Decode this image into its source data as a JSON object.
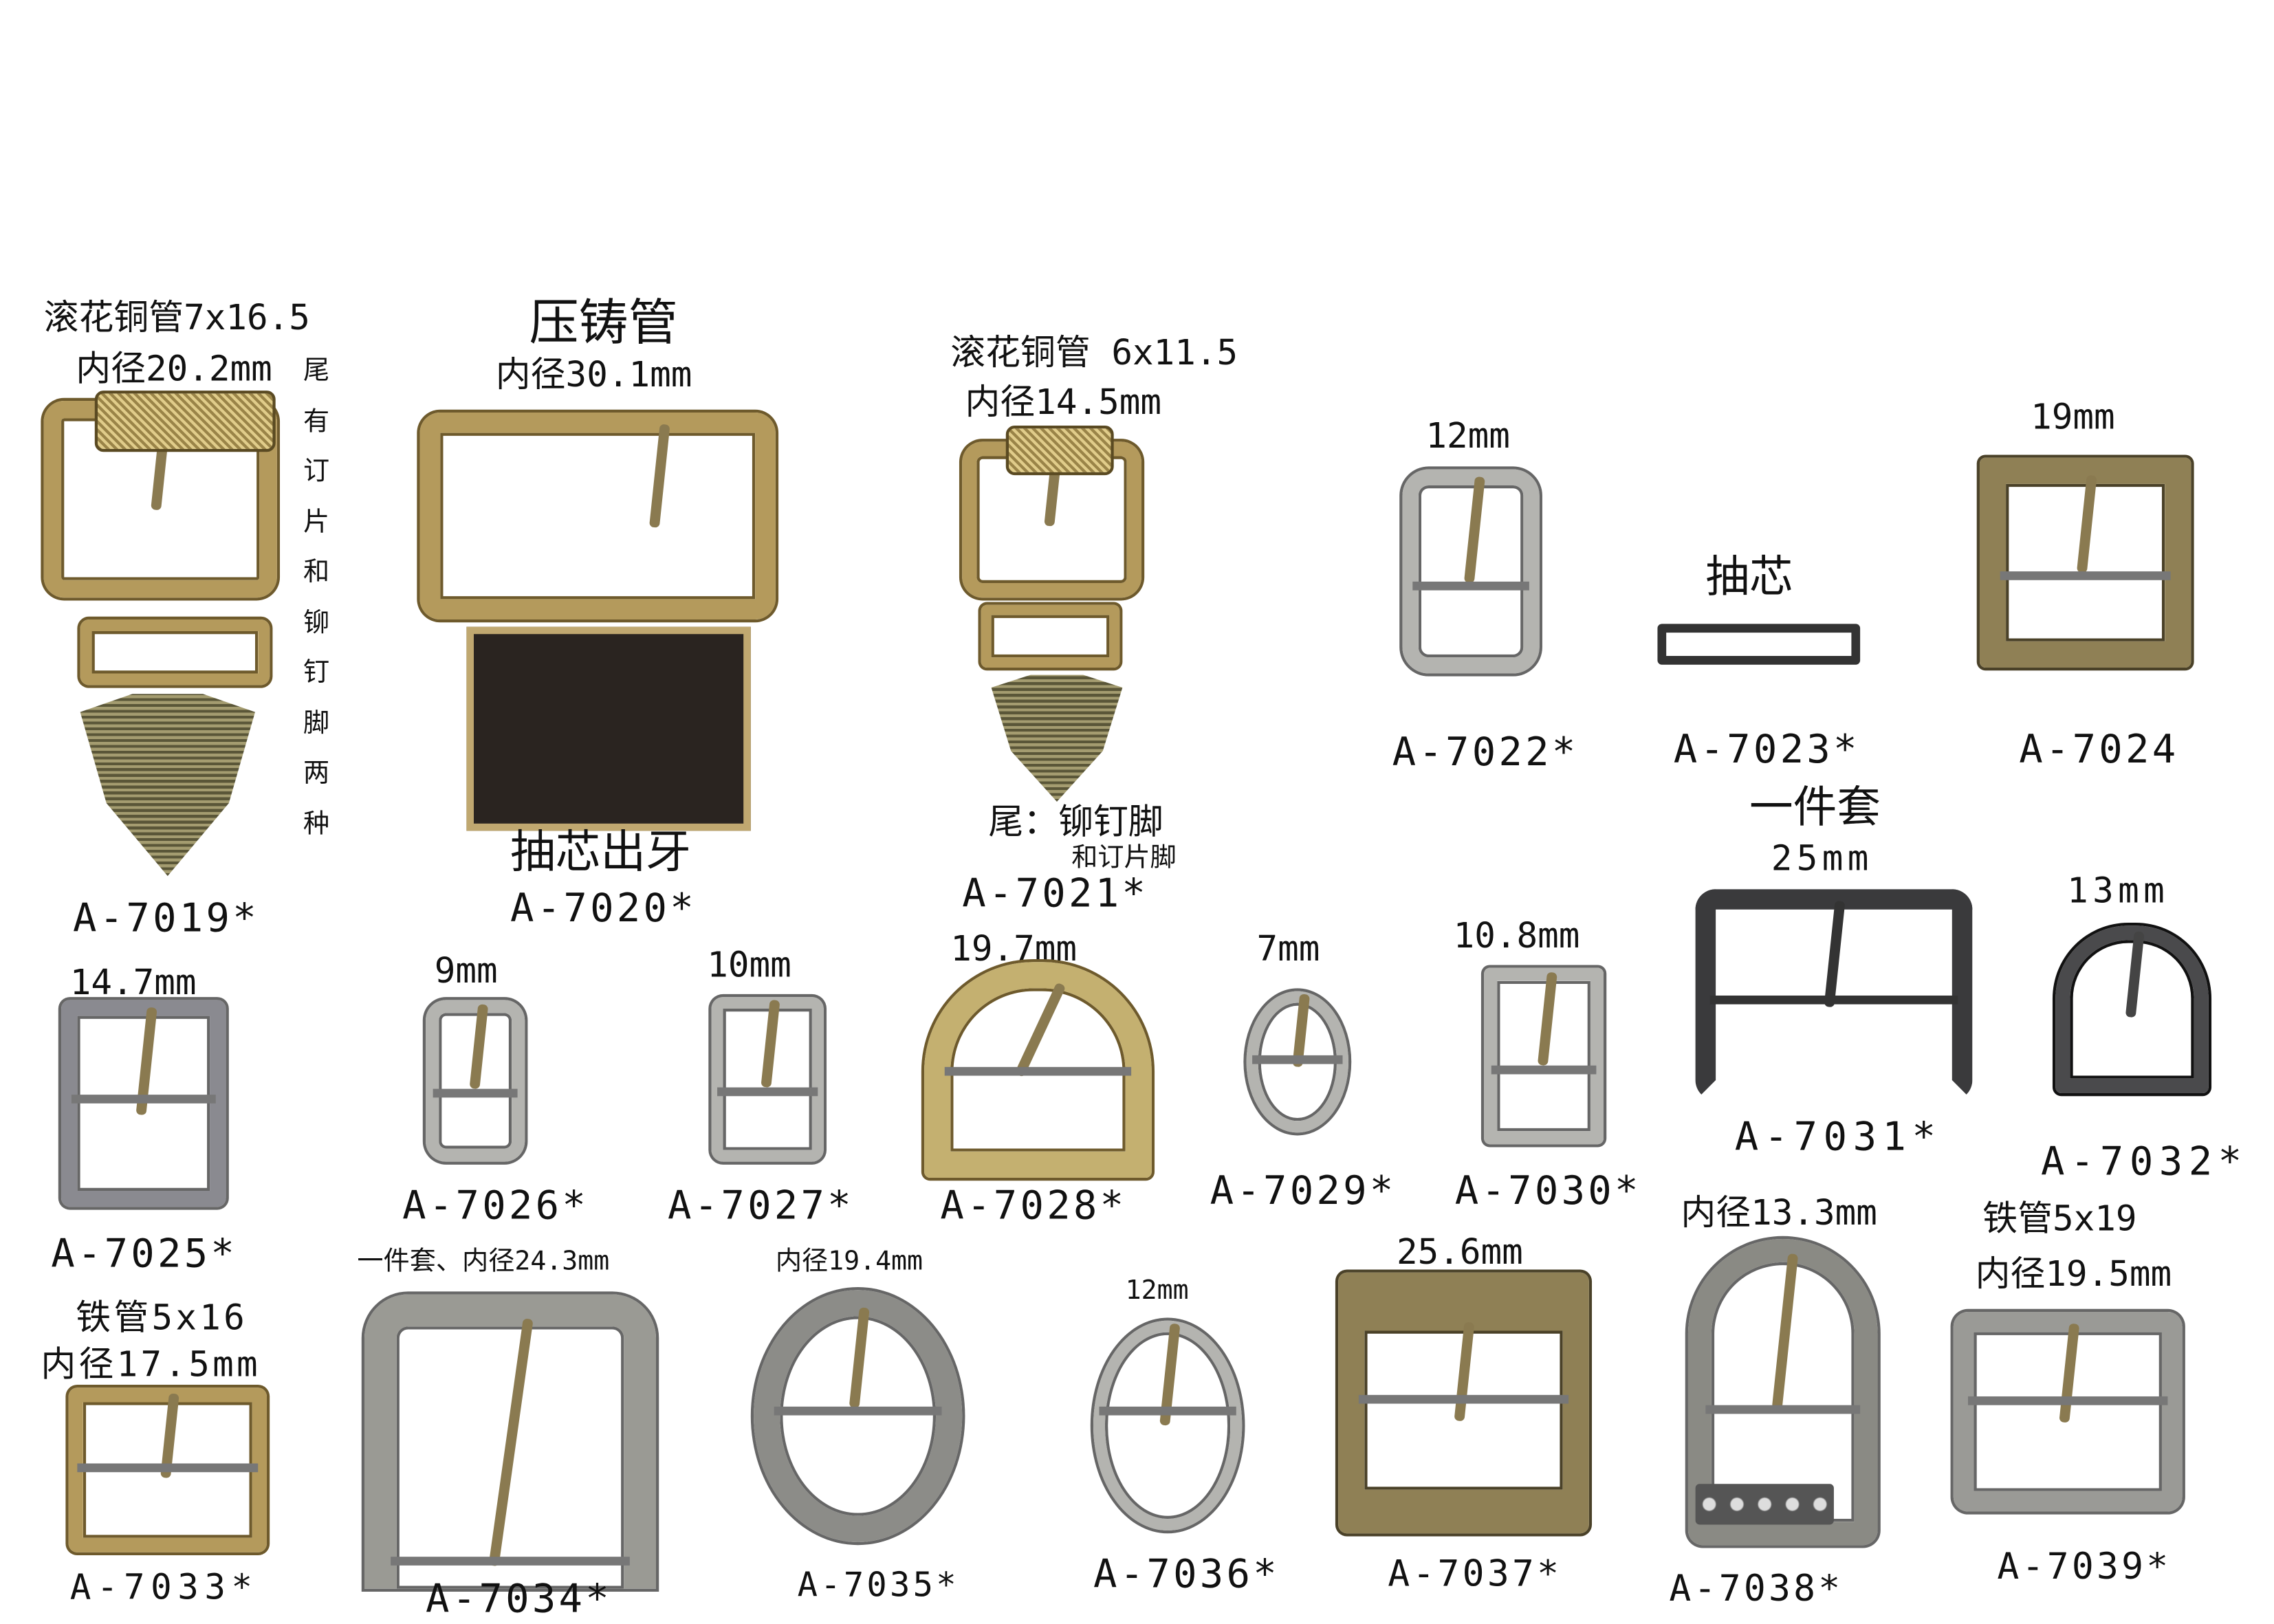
{
  "items": [
    {
      "code": "A-7019*",
      "notes": [
        "滚花铜管7x16.5",
        "内径20.2mm"
      ],
      "side_note": "尾有订片和铆钉脚两种"
    },
    {
      "code": "A-7020*",
      "notes": [
        "压铸管",
        "内径30.1mm",
        "抽芯出牙"
      ]
    },
    {
      "code": "A-7021*",
      "notes": [
        "滚花铜管 6x11.5",
        "内径14.5mm",
        "尾：铆钉脚",
        "和订片脚"
      ]
    },
    {
      "code": "A-7022*",
      "notes": [
        "12mm"
      ]
    },
    {
      "code": "A-7023*",
      "notes": [
        "抽芯"
      ]
    },
    {
      "code": "A-7024",
      "notes": [
        "19mm"
      ]
    },
    {
      "code": "A-7025*",
      "notes": [
        "14.7mm"
      ]
    },
    {
      "code": "A-7026*",
      "notes": [
        "9mm"
      ]
    },
    {
      "code": "A-7027*",
      "notes": [
        "10mm"
      ]
    },
    {
      "code": "A-7028*",
      "notes": [
        "19.7mm"
      ]
    },
    {
      "code": "A-7029*",
      "notes": [
        "7mm"
      ]
    },
    {
      "code": "A-7030*",
      "notes": [
        "10.8mm"
      ]
    },
    {
      "code": "A-7031*",
      "notes": [
        "一件套",
        "25mm"
      ]
    },
    {
      "code": "A-7032*",
      "notes": [
        "13mm"
      ]
    },
    {
      "code": "A-7033*",
      "notes": [
        "铁管5x16",
        "内径17.5mm"
      ]
    },
    {
      "code": "A-7034*",
      "notes": [
        "一件套、内径24.3mm"
      ]
    },
    {
      "code": "A-7035*",
      "notes": [
        "内径19.4mm"
      ]
    },
    {
      "code": "A-7036*",
      "notes": [
        "12mm"
      ]
    },
    {
      "code": "A-7037*",
      "notes": [
        "25.6mm"
      ]
    },
    {
      "code": "A-7038*",
      "notes": [
        "内径13.3mm"
      ]
    },
    {
      "code": "A-7039*",
      "notes": [
        "铁管5x19",
        "内径19.5mm"
      ]
    }
  ]
}
